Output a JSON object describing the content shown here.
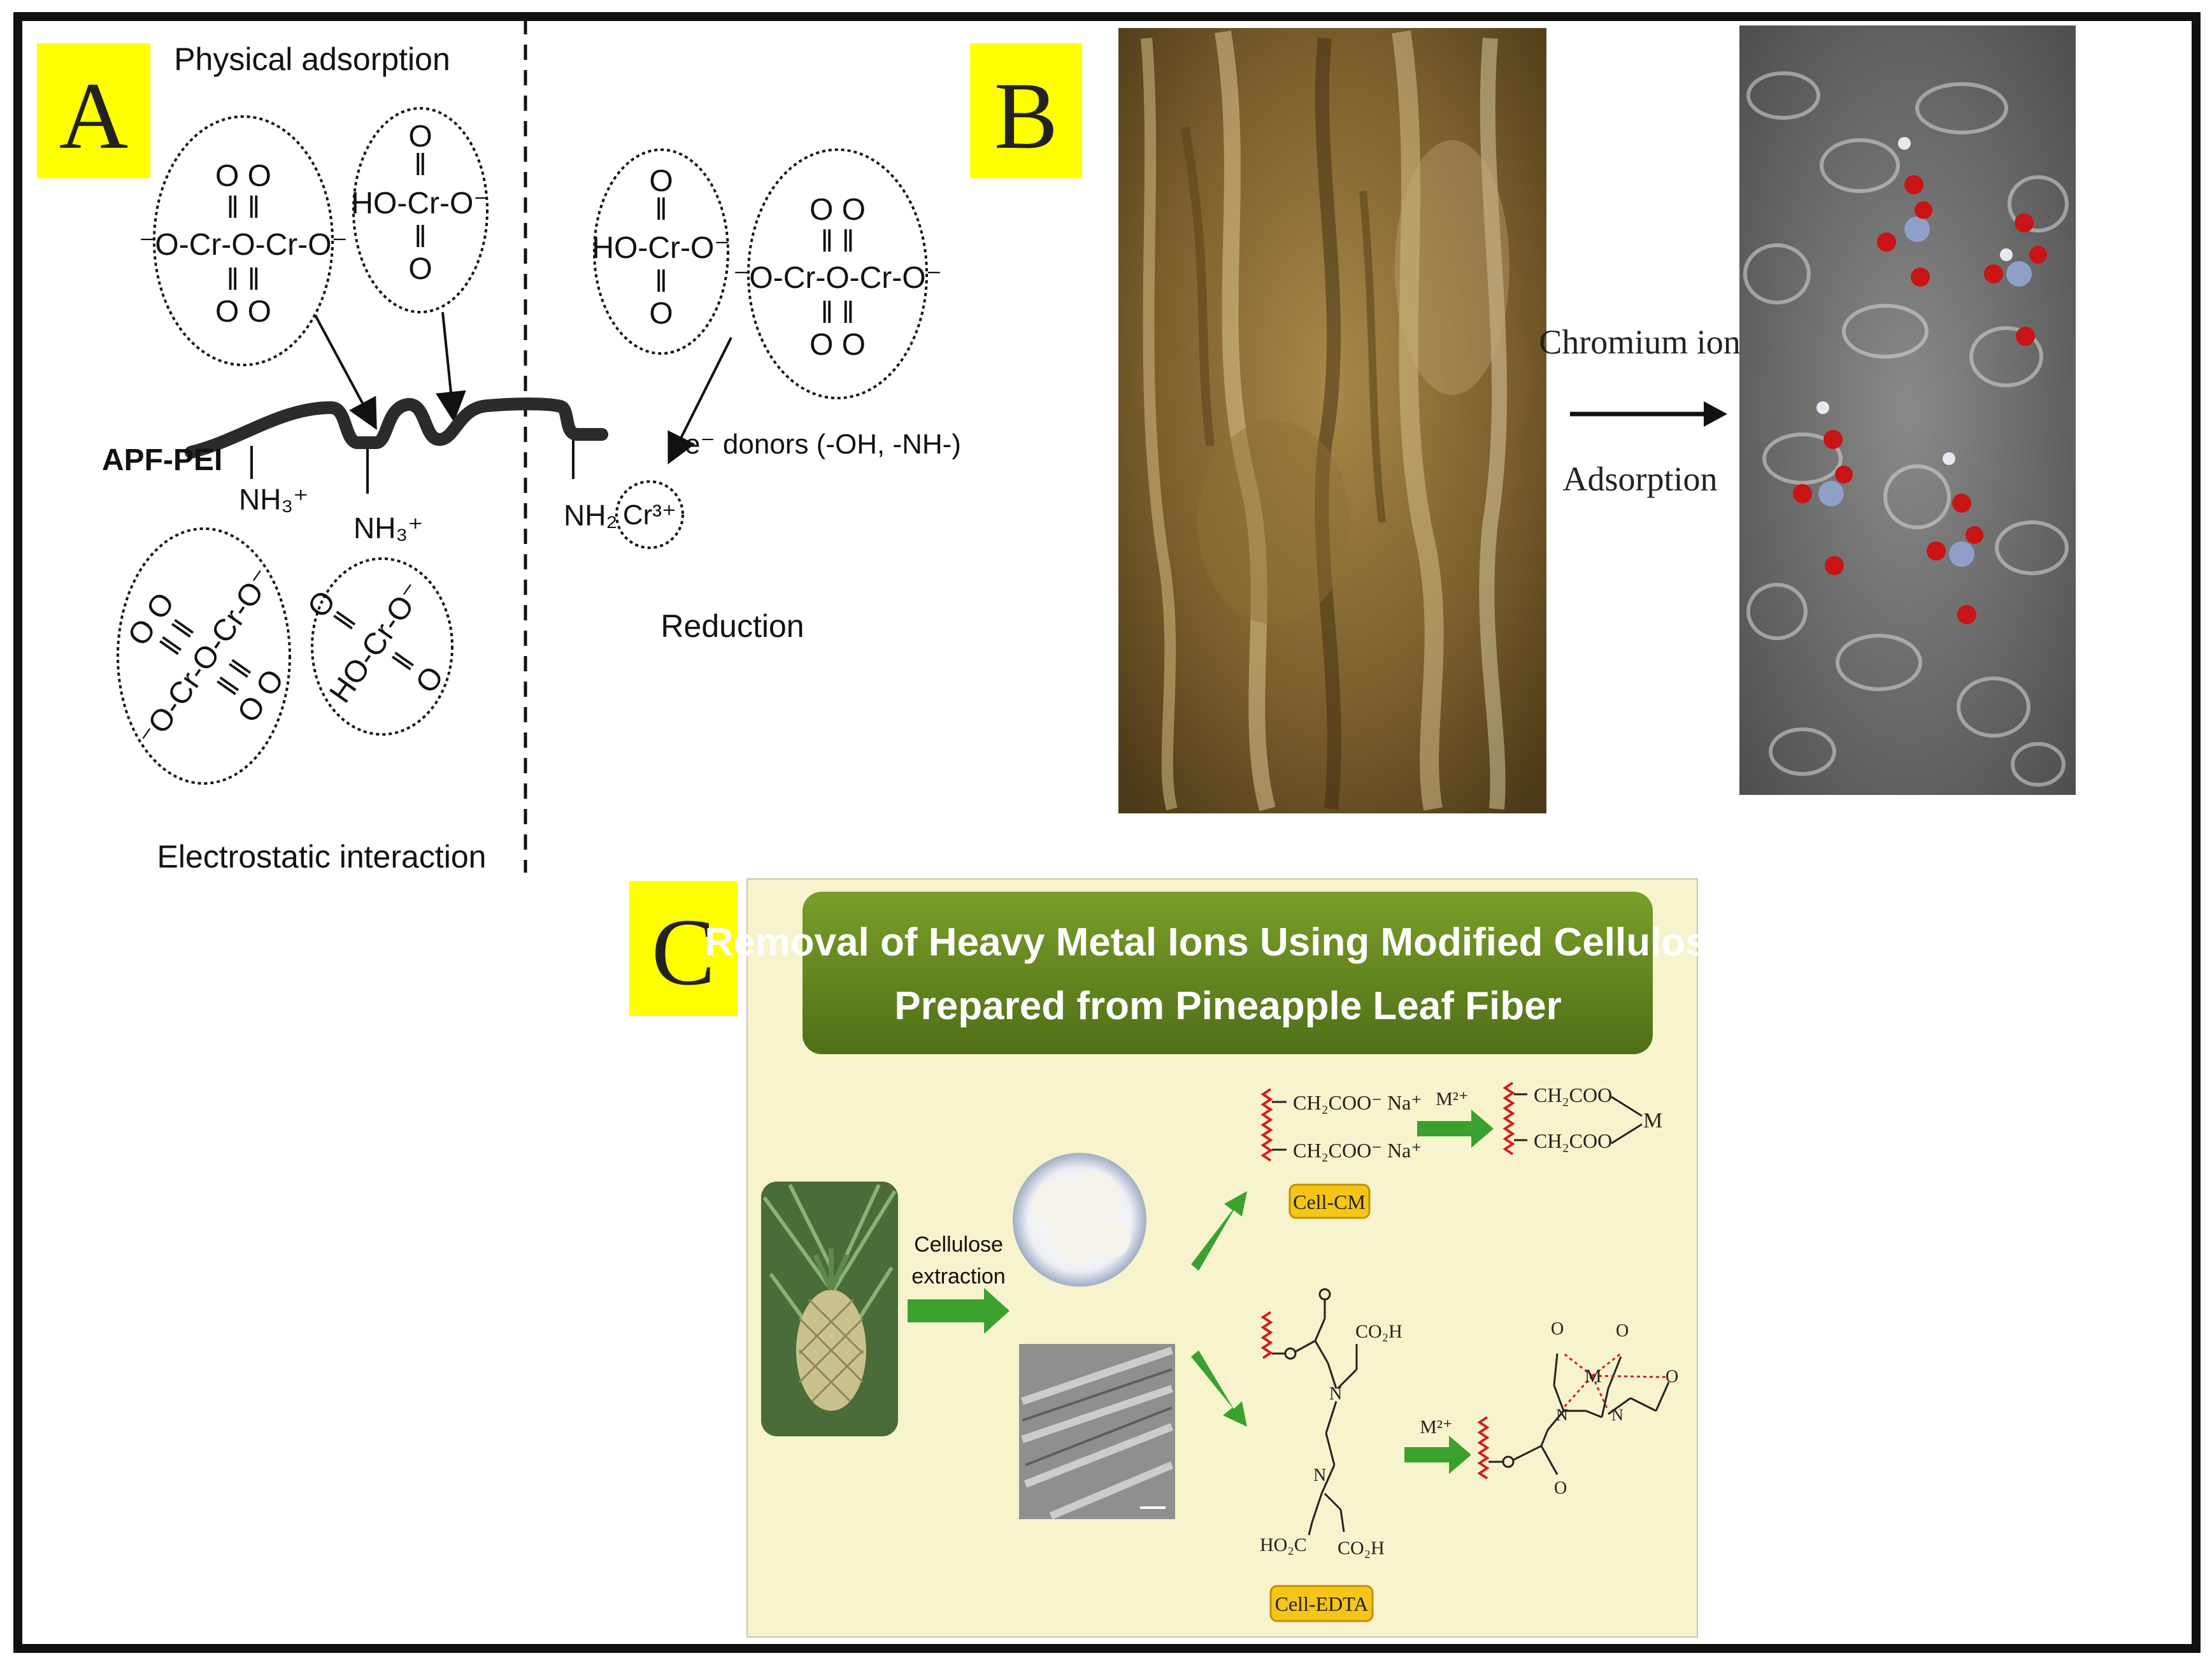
{
  "panels": {
    "a": {
      "letter": "A",
      "physical_adsorption": "Physical adsorption",
      "electrostatic_interaction": "Electrostatic interaction",
      "reduction": "Reduction",
      "surface_label": "APF-PEI",
      "electron_donors": "e⁻ donors (-OH, -NH-)",
      "nh3_label": "NH₃⁺",
      "nh2_label": "NH₂",
      "cr3_label": "Cr³⁺",
      "species": {
        "dichromate": [
          "O   O",
          "‖   ‖",
          "⁻O-Cr-O-Cr-O⁻",
          "‖   ‖",
          "O   O"
        ],
        "hcro4": [
          "O",
          "‖",
          "HO-Cr-O⁻",
          "‖",
          "O"
        ]
      }
    },
    "b": {
      "letter": "B",
      "arrow_top": "Chromium ions",
      "arrow_bottom": "Adsorption"
    },
    "c": {
      "letter": "C",
      "title_line1": "Removal of Heavy Metal Ions Using Modified Celluloses",
      "title_line2": "Prepared from Pineapple Leaf Fiber",
      "extraction_line1": "Cellulose",
      "extraction_line2": "extraction",
      "cell_cm": "Cell-CM",
      "cell_edta": "Cell-EDTA",
      "m2plus": "M²⁺",
      "ch2coo_na_1": "CH₂COO⁻ Na⁺",
      "ch2coo_na_2": "CH₂COO⁻ Na⁺",
      "ch2coo_1": "CH₂COO",
      "ch2coo_2": "CH₂COO",
      "metal": "M",
      "co2h_1": "CO₂H",
      "co2h_2": "CO₂H",
      "ho2c": "HO₂C"
    }
  },
  "colors": {
    "frame": "#111111",
    "letter_bg": "#ffff00",
    "banner": "#6b8e23",
    "panel_c_bg": "#f7f3cc",
    "green_arrow": "#3aa12e",
    "badge": "#f5c518",
    "chain_red": "#d21f1f"
  }
}
